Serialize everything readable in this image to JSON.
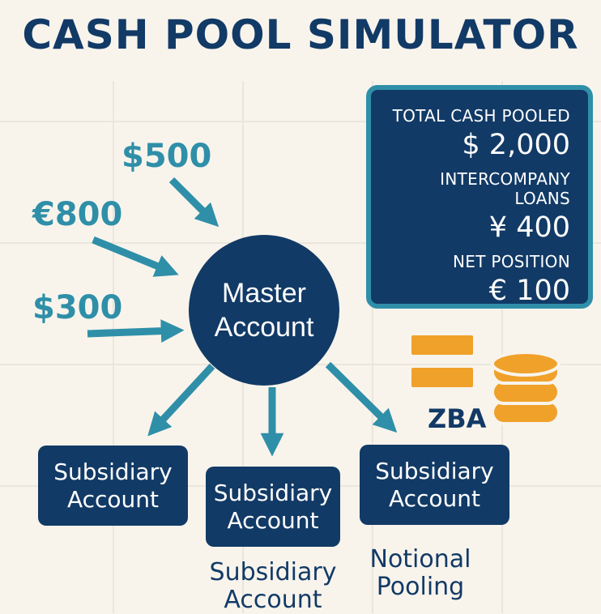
{
  "title": "CASH POOL SIMULATOR",
  "inflows": [
    "$500",
    "€800",
    "$300"
  ],
  "master_account": {
    "line1": "Master",
    "line2": "Account"
  },
  "subsidiaries": [
    {
      "line1": "Subsidiary",
      "line2": "Account"
    },
    {
      "line1": "Subsidiary",
      "line2": "Account"
    },
    {
      "line1": "Subsidiary",
      "line2": "Account"
    }
  ],
  "captions": {
    "subsidiary": {
      "line1": "Subsidiary",
      "line2": "Account"
    },
    "notional": {
      "line1": "Notional",
      "line2": "Pooling"
    }
  },
  "summary": {
    "total_label": "TOTAL CASH POOLED",
    "total_value": "$ 2,000",
    "loans_label": "INTERCOMPANY LOANS",
    "loans_value": "¥ 400",
    "net_label": "NET POSITION",
    "net_value": "€ 100"
  },
  "zba_label": "ZBA",
  "colors": {
    "navy": "#123a66",
    "teal": "#2f8fa8",
    "orange": "#f0a12a",
    "background": "#f8f4ec"
  },
  "icons": [
    "arrow-icon",
    "bars-icon",
    "coin-stack-icon"
  ]
}
